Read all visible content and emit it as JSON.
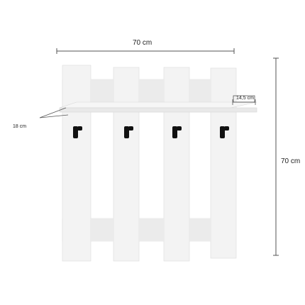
{
  "product": {
    "name": "wall coat rack with shelf",
    "color": "#f2f2f2",
    "hook_color": "#111111",
    "line_color": "#555555"
  },
  "dimensions": {
    "width_label": "70 cm",
    "height_label": "70 cm",
    "depth_label": "18 cm",
    "shelf_depth_label": "14,5 cm"
  }
}
